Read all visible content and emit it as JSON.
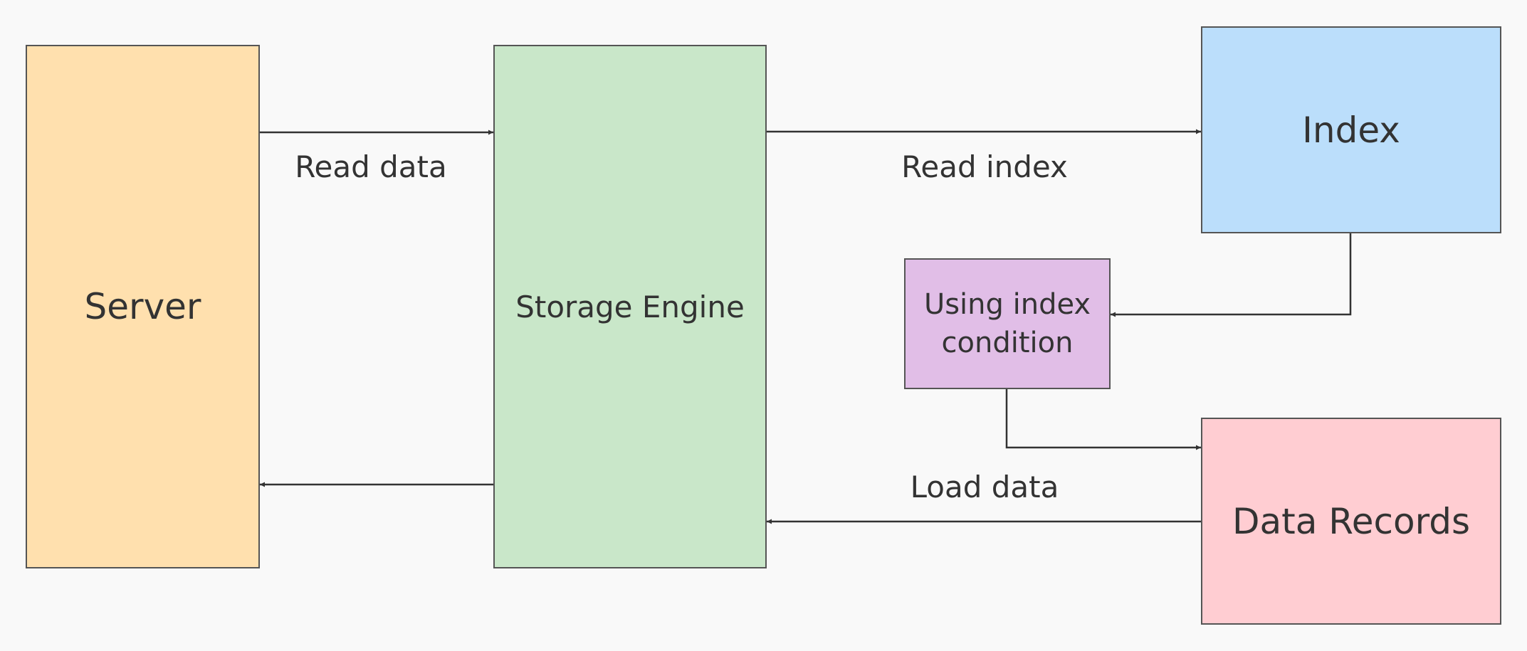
{
  "nodes": {
    "server": "Server",
    "storage_engine": "Storage Engine",
    "index": "Index",
    "using_index_condition": "Using index condition",
    "data_records": "Data Records"
  },
  "edges": {
    "server_to_storage": "Read data",
    "storage_to_index": "Read index",
    "data_records_to_storage": "Load data"
  },
  "colors": {
    "server": "#ffe0ae",
    "storage_engine": "#c9e7c9",
    "index": "#bbdefb",
    "using_index_condition": "#e1bee7",
    "data_records": "#ffcdd2",
    "line": "#333333"
  }
}
